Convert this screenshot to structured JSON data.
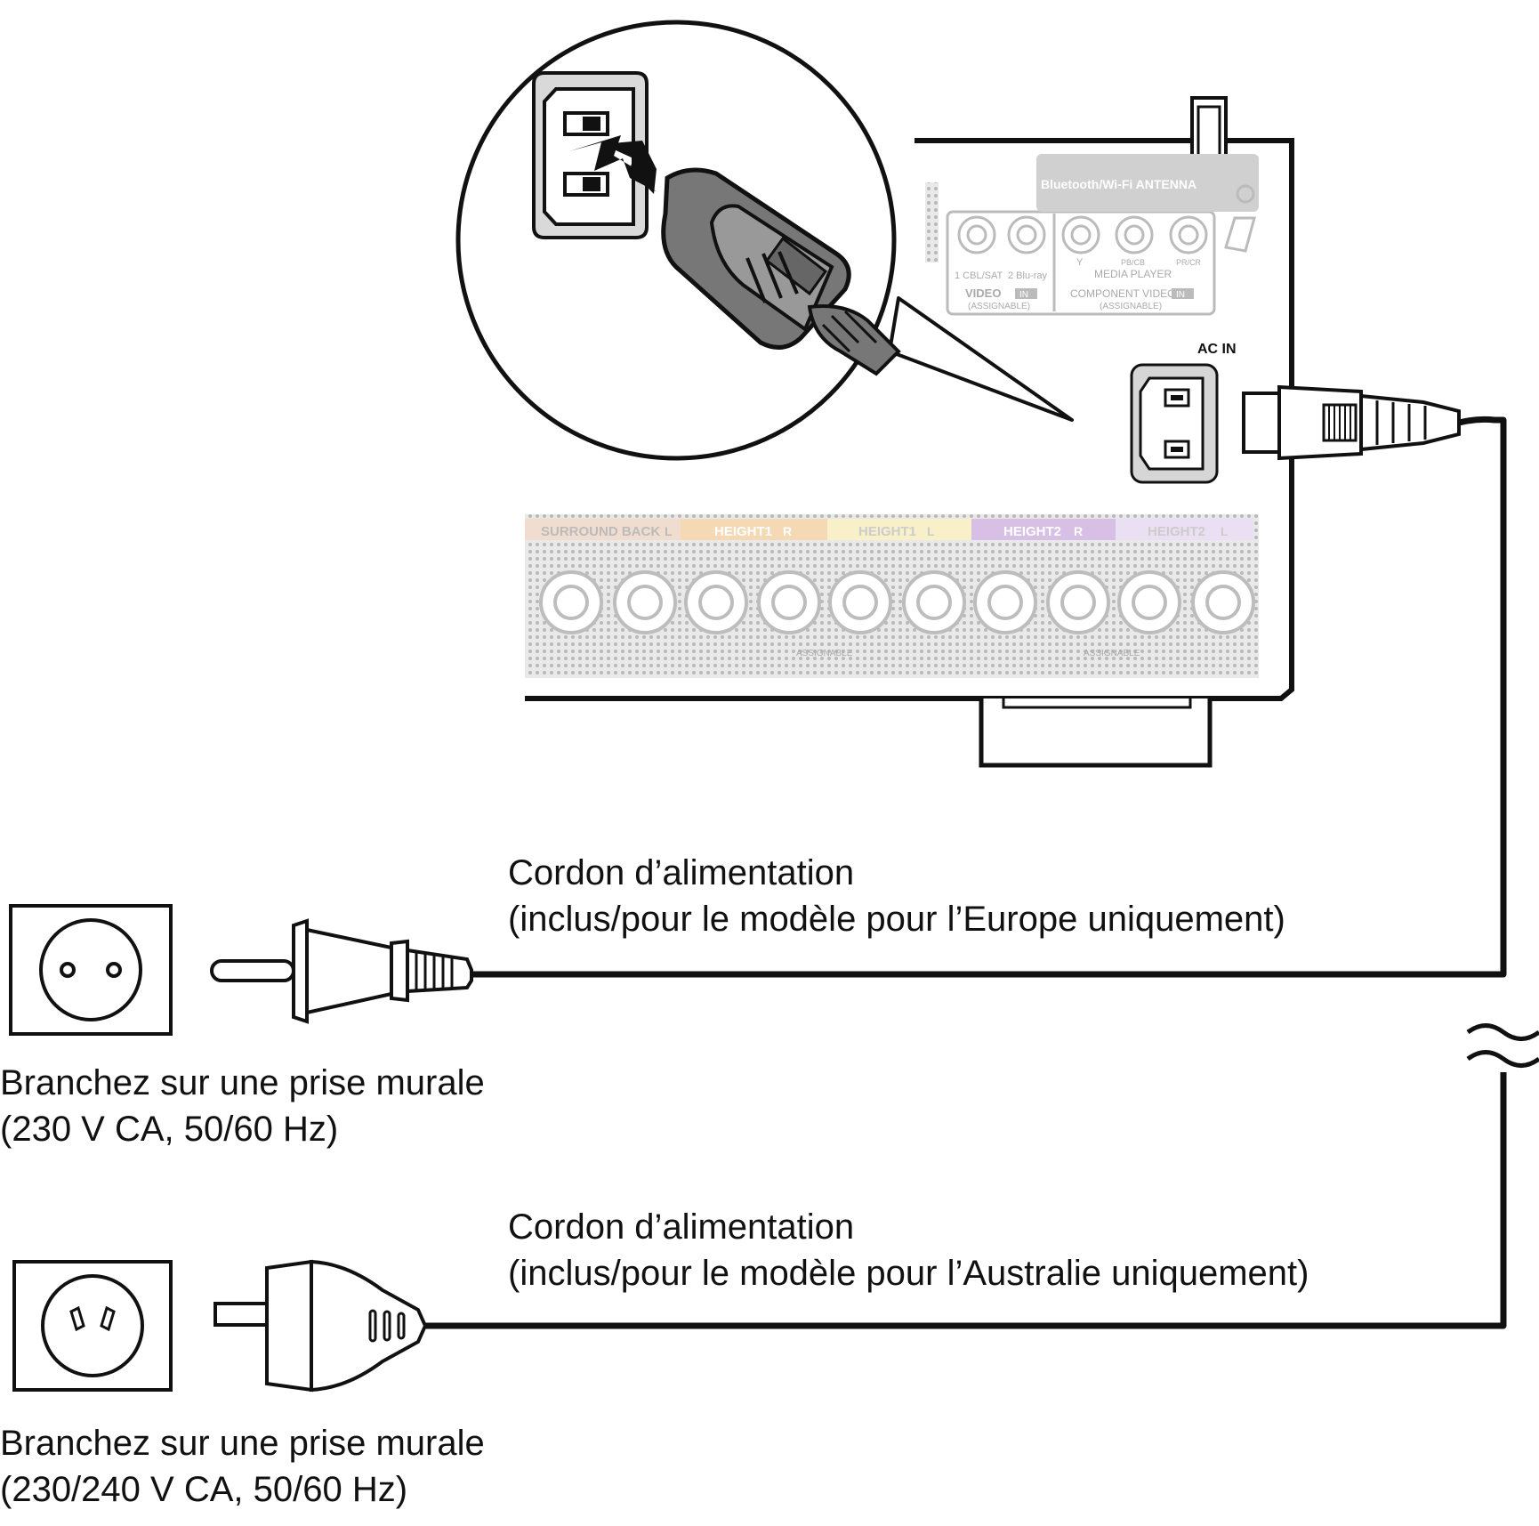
{
  "receiver": {
    "antenna_label": "Bluetooth/Wi-Fi ANTENNA",
    "video_inputs": [
      "1 CBL/SAT",
      "2 Blu-ray"
    ],
    "video_group": "VIDEO",
    "component_channels": [
      "Y",
      "PB/CB",
      "PR/CR"
    ],
    "media_player": "MEDIA PLAYER",
    "component_group": "COMPONENT VIDEO",
    "in_badge": "IN",
    "assignable": "(ASSIGNABLE)",
    "ac_in_label": "AC IN",
    "speaker_labels": [
      "SURROUND BACK",
      "HEIGHT1",
      "HEIGHT1",
      "HEIGHT2",
      "HEIGHT2"
    ],
    "speaker_sides": [
      "L",
      "R",
      "L",
      "R",
      "L"
    ],
    "speaker_colors": [
      "#f1ddd0",
      "#f5d9b5",
      "#f8f0c8",
      "#d8bfe6",
      "#ebe0f3"
    ],
    "assignable_small": "ASSIGNABLE"
  },
  "cords": {
    "europe": {
      "title": "Cordon d’alimentation",
      "note": "(inclus/pour le modèle pour l’Europe uniquement)",
      "wall_line1": "Branchez sur une prise murale",
      "wall_line2": "(230 V CA, 50/60 Hz)"
    },
    "australia": {
      "title": "Cordon d’alimentation",
      "note": "(inclus/pour le modèle pour l’Australie uniquement)",
      "wall_line1": "Branchez sur une prise murale",
      "wall_line2": "(230/240 V CA, 50/60 Hz)"
    }
  }
}
